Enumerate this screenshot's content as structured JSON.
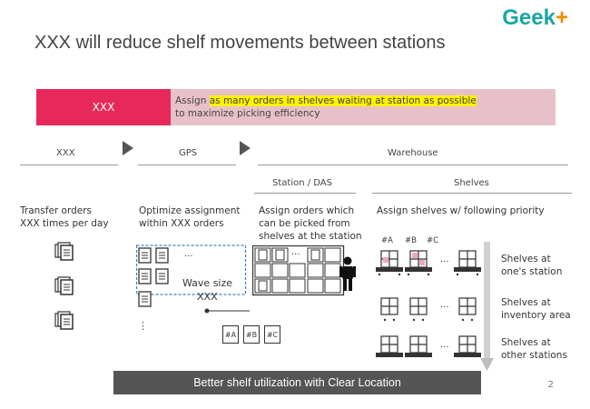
{
  "logo": {
    "text": "Geek",
    "plus": "+"
  },
  "title": "XXX will reduce shelf movements between stations",
  "banner": {
    "label": "XXX",
    "line1_pre": "Assign ",
    "line1_highlight": "as many orders in shelves waiting at station as possible",
    "line2": "to maximize picking efficiency"
  },
  "flow": {
    "step1": "XXX",
    "step2": "GPS",
    "step3": "Warehouse"
  },
  "sub_headers": {
    "station": "Station / DAS",
    "shelves": "Shelves"
  },
  "columns": {
    "col1": {
      "line1": "Transfer orders",
      "line2": "XXX times per day"
    },
    "col2": {
      "line1": "Optimize assignment",
      "line2": "within XXX orders"
    },
    "col3": {
      "line1": "Assign orders which",
      "line2": "can be picked from",
      "line3": "shelves at the station"
    },
    "col4": {
      "line1": "Assign shelves w/ following priority"
    }
  },
  "wave": {
    "ellipsis": "...",
    "label1": "Wave size",
    "label2": "XXX",
    "vertical_dots": "⋮"
  },
  "grid": {
    "ellipsis": "..."
  },
  "tags": [
    "#A",
    "#B",
    "#C"
  ],
  "shelf_tags": [
    "#A",
    "#B",
    "#C"
  ],
  "shelf_rows": [
    {
      "label1": "Shelves at",
      "label2": "one's station",
      "ellipsis": "..."
    },
    {
      "label1": "Shelves at",
      "label2": "inventory area",
      "ellipsis": "..."
    },
    {
      "label1": "Shelves at",
      "label2": "other stations",
      "ellipsis": "..."
    }
  ],
  "bottom_bar": "Better shelf utilization with Clear Location",
  "page_number": "2",
  "colors": {
    "banner_red": "#e6295a",
    "banner_pink": "#e8c0c9",
    "highlight": "#fff200",
    "logo_teal": "#1aa5a5",
    "logo_orange": "#f08a00"
  }
}
